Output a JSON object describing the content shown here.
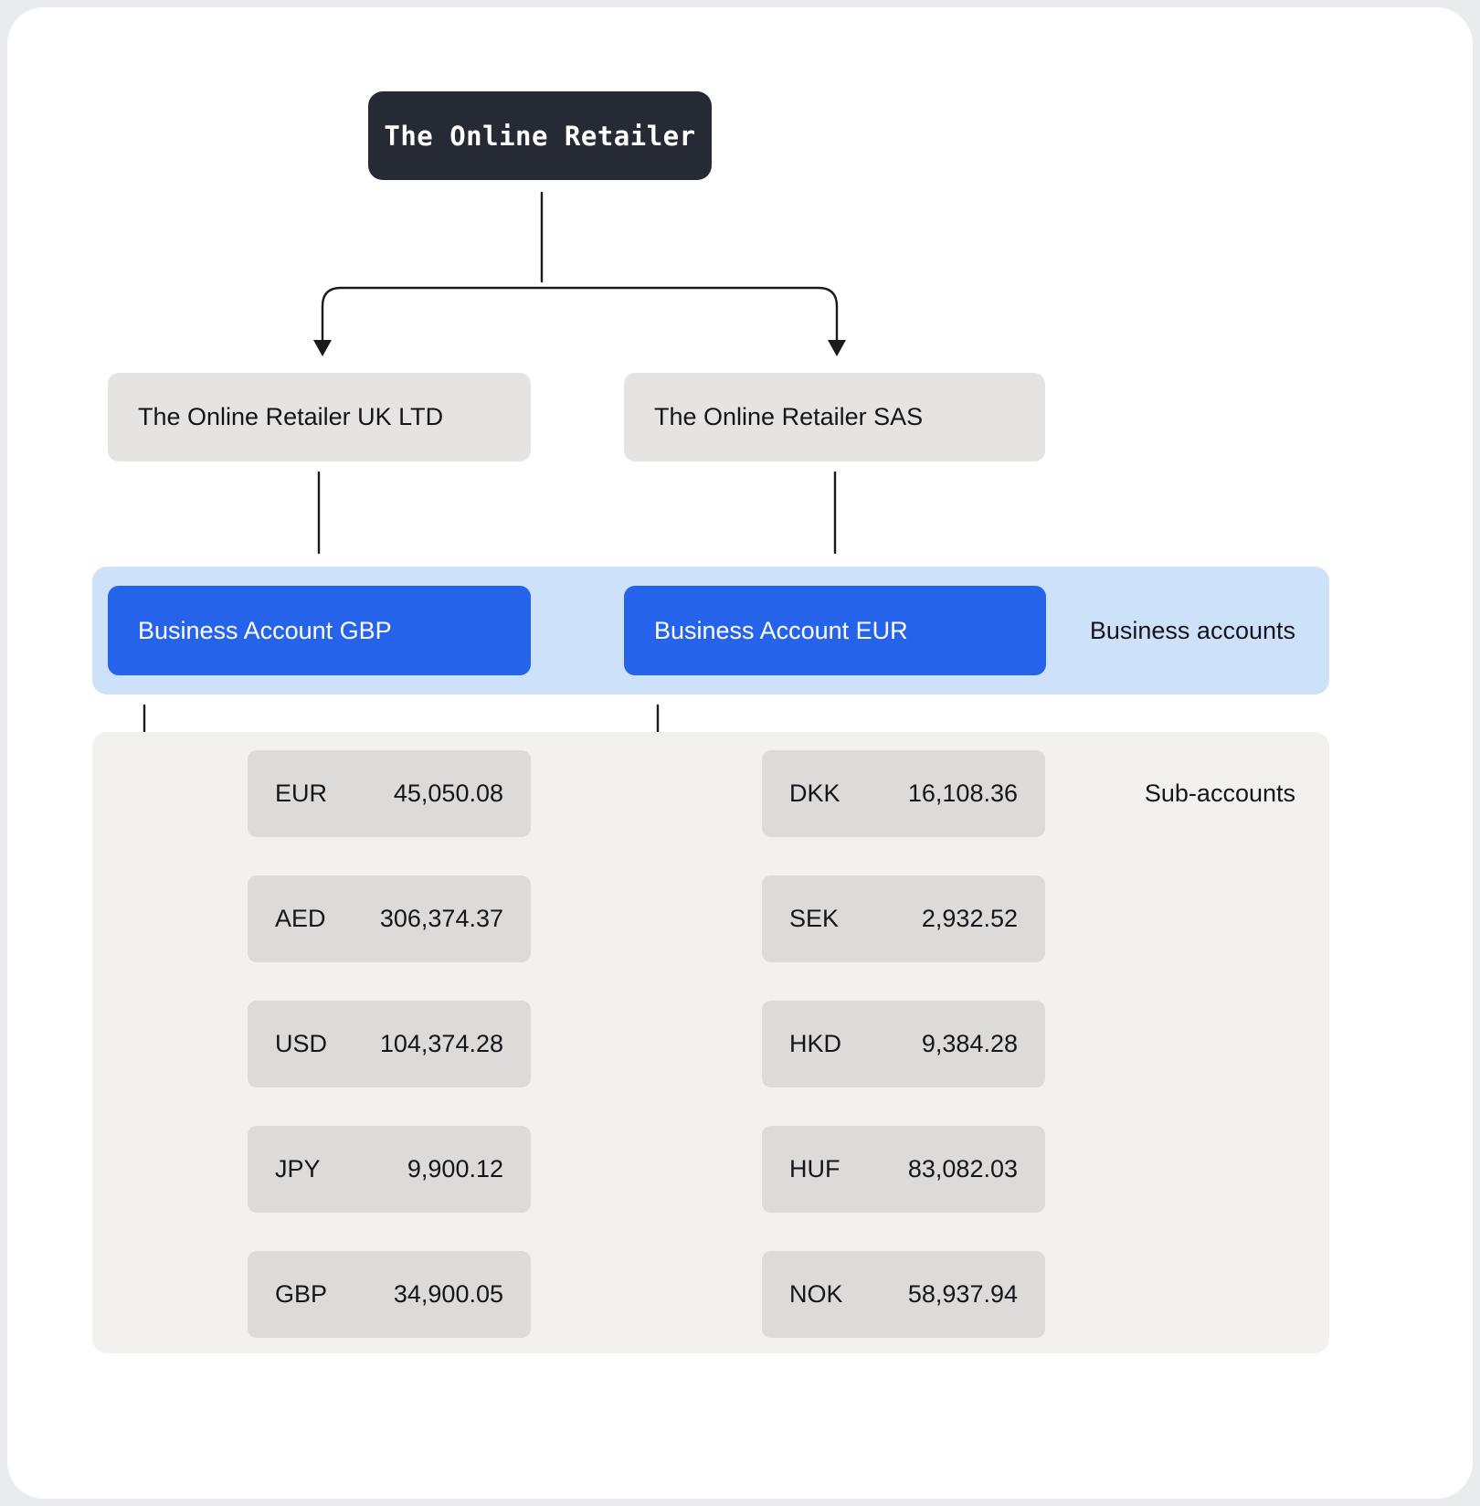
{
  "root": {
    "label": "The Online Retailer"
  },
  "entities": [
    {
      "label": "The Online Retailer UK LTD"
    },
    {
      "label": "The Online Retailer SAS"
    }
  ],
  "business_accounts": {
    "band_label": "Business accounts",
    "accounts": [
      {
        "label": "Business Account GBP"
      },
      {
        "label": "Business Account EUR"
      }
    ]
  },
  "sub_accounts": {
    "band_label": "Sub-accounts",
    "left": [
      {
        "currency": "EUR",
        "amount": "45,050.08"
      },
      {
        "currency": "AED",
        "amount": "306,374.37"
      },
      {
        "currency": "USD",
        "amount": "104,374.28"
      },
      {
        "currency": "JPY",
        "amount": "9,900.12"
      },
      {
        "currency": "GBP",
        "amount": "34,900.05"
      }
    ],
    "right": [
      {
        "currency": "DKK",
        "amount": "16,108.36"
      },
      {
        "currency": "SEK",
        "amount": "2,932.52"
      },
      {
        "currency": "HKD",
        "amount": "9,384.28"
      },
      {
        "currency": "HUF",
        "amount": "83,082.03"
      },
      {
        "currency": "NOK",
        "amount": "58,937.94"
      }
    ]
  },
  "colors": {
    "accent": "#2563eb",
    "band_blue": "#cde1fb",
    "band_gray": "#f2f1f0",
    "sub_gray": "#dcdbda",
    "entity_gray": "#e5e4e3",
    "dark": "#262a34",
    "text": "#15161a",
    "line": "#1b1b1b"
  }
}
